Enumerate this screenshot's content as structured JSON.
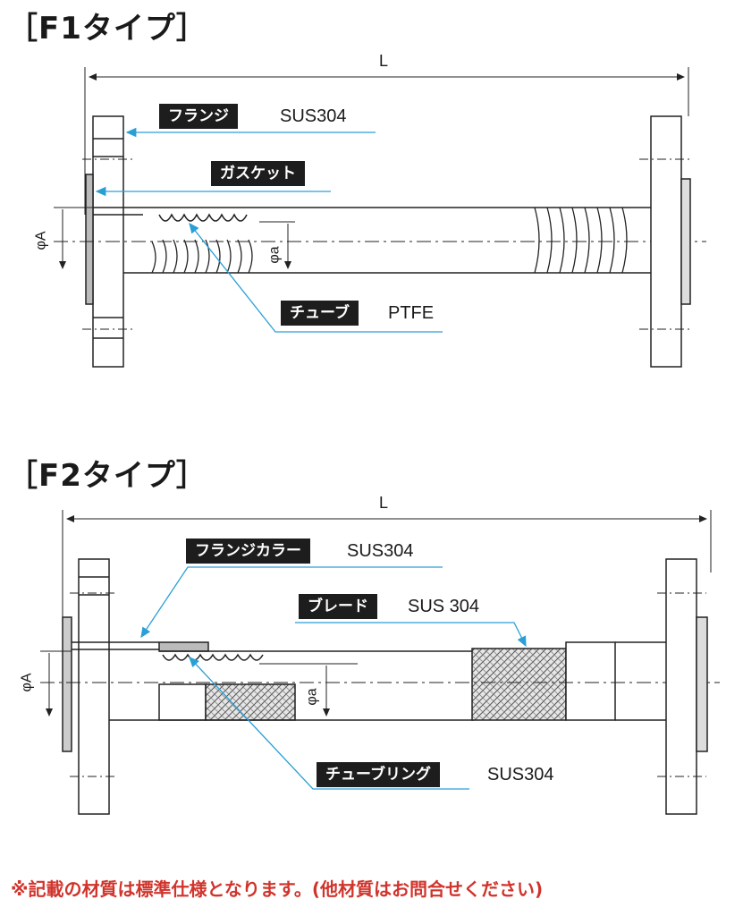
{
  "f1": {
    "title": "［F1タイプ］",
    "length_label": "L",
    "phiA_label": "φA",
    "phia_label": "φa",
    "flange": {
      "tag": "フランジ",
      "material": "SUS304"
    },
    "gasket": {
      "tag": "ガスケット"
    },
    "tube": {
      "tag": "チューブ",
      "material": "PTFE"
    }
  },
  "f2": {
    "title": "［F2タイプ］",
    "length_label": "L",
    "phiA_label": "φA",
    "phia_label": "φa",
    "flange_collar": {
      "tag": "フランジカラー",
      "material": "SUS304"
    },
    "braid": {
      "tag": "ブレード",
      "material": "SUS 304"
    },
    "tube_ring": {
      "tag": "チューブリング",
      "material": "SUS304"
    }
  },
  "footnote": "※記載の材質は標準仕様となります。(他材質はお問合せください)",
  "colors": {
    "leader": "#2a9fd6",
    "tag_bg": "#1d1d1d",
    "footnote": "#d0342c",
    "line": "#222222"
  }
}
